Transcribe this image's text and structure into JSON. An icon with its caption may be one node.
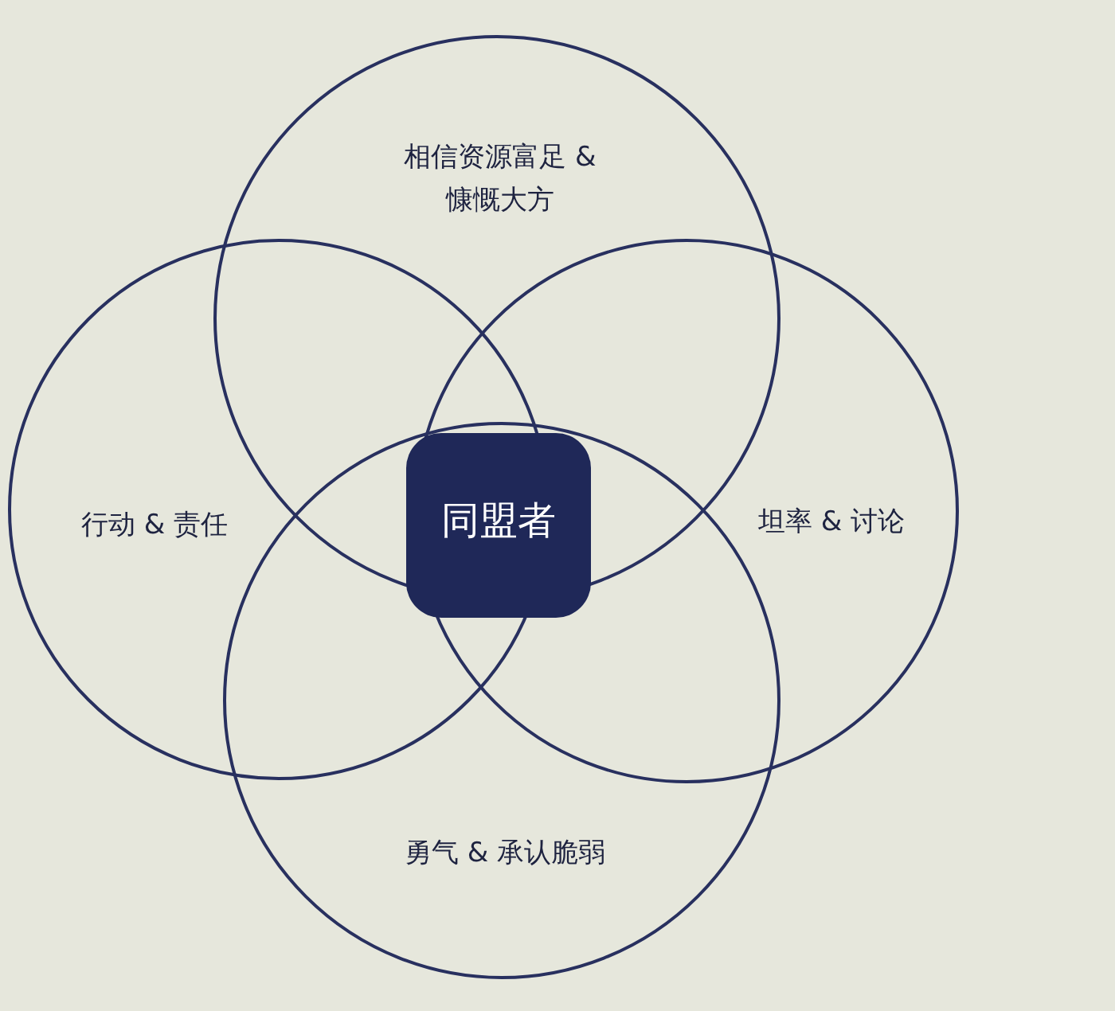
{
  "diagram": {
    "nodes": [
      {
        "text": [
          "相信资源富足 & 慷慨大方"
        ]
      },
      {
        "text": [
          "行动 & 责任"
        ]
      },
      {
        "text": [
          "同盟者"
        ]
      },
      {
        "text": [
          "坦率 & 讨论"
        ]
      },
      {
        "text": [
          "勇气 & 承认脆弱"
        ]
      }
    ]
  }
}
